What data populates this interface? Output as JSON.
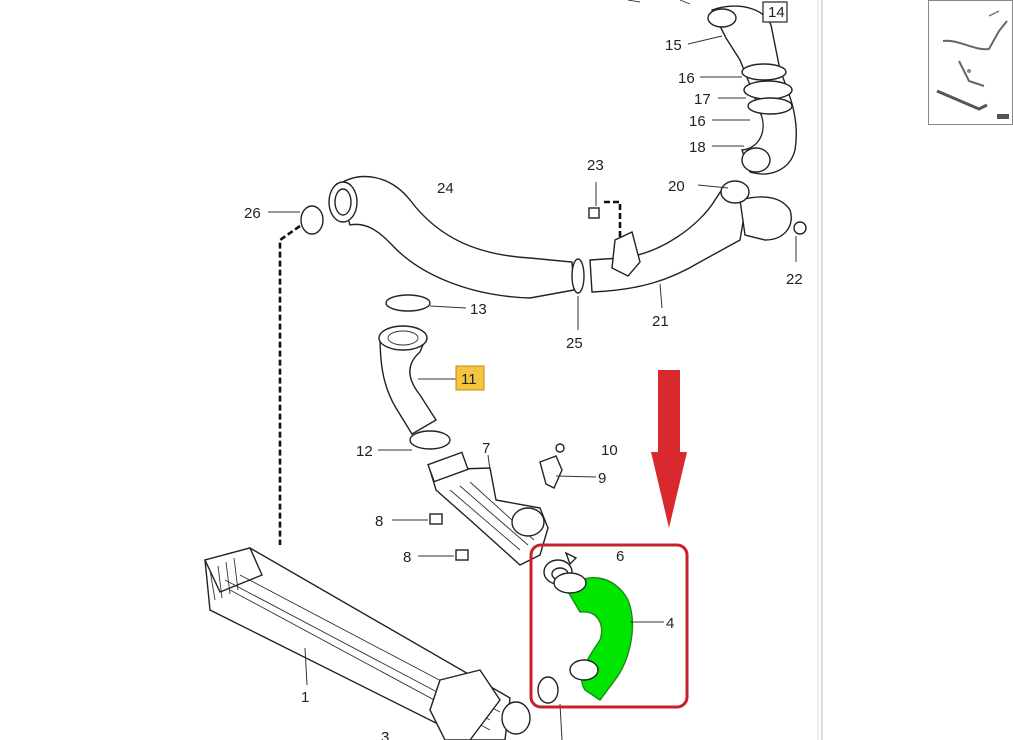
{
  "diagram": {
    "callouts": {
      "p1": "1",
      "p3": "3",
      "p4": "4",
      "p6": "6",
      "p7": "7",
      "p8a": "8",
      "p8b": "8",
      "p9": "9",
      "p10": "10",
      "p11": "11",
      "p12": "12",
      "p13": "13",
      "p14": "14",
      "p15": "15",
      "p16a": "16",
      "p16b": "16",
      "p17": "17",
      "p18": "18",
      "p20": "20",
      "p21": "21",
      "p22": "22",
      "p23": "23",
      "p24": "24",
      "p25": "25",
      "p26": "26"
    },
    "highlight_color": "#00e600",
    "selection_box_color": "#c8202a",
    "arrow_color": "#d9282e",
    "label_box_color": "#f5c542"
  }
}
